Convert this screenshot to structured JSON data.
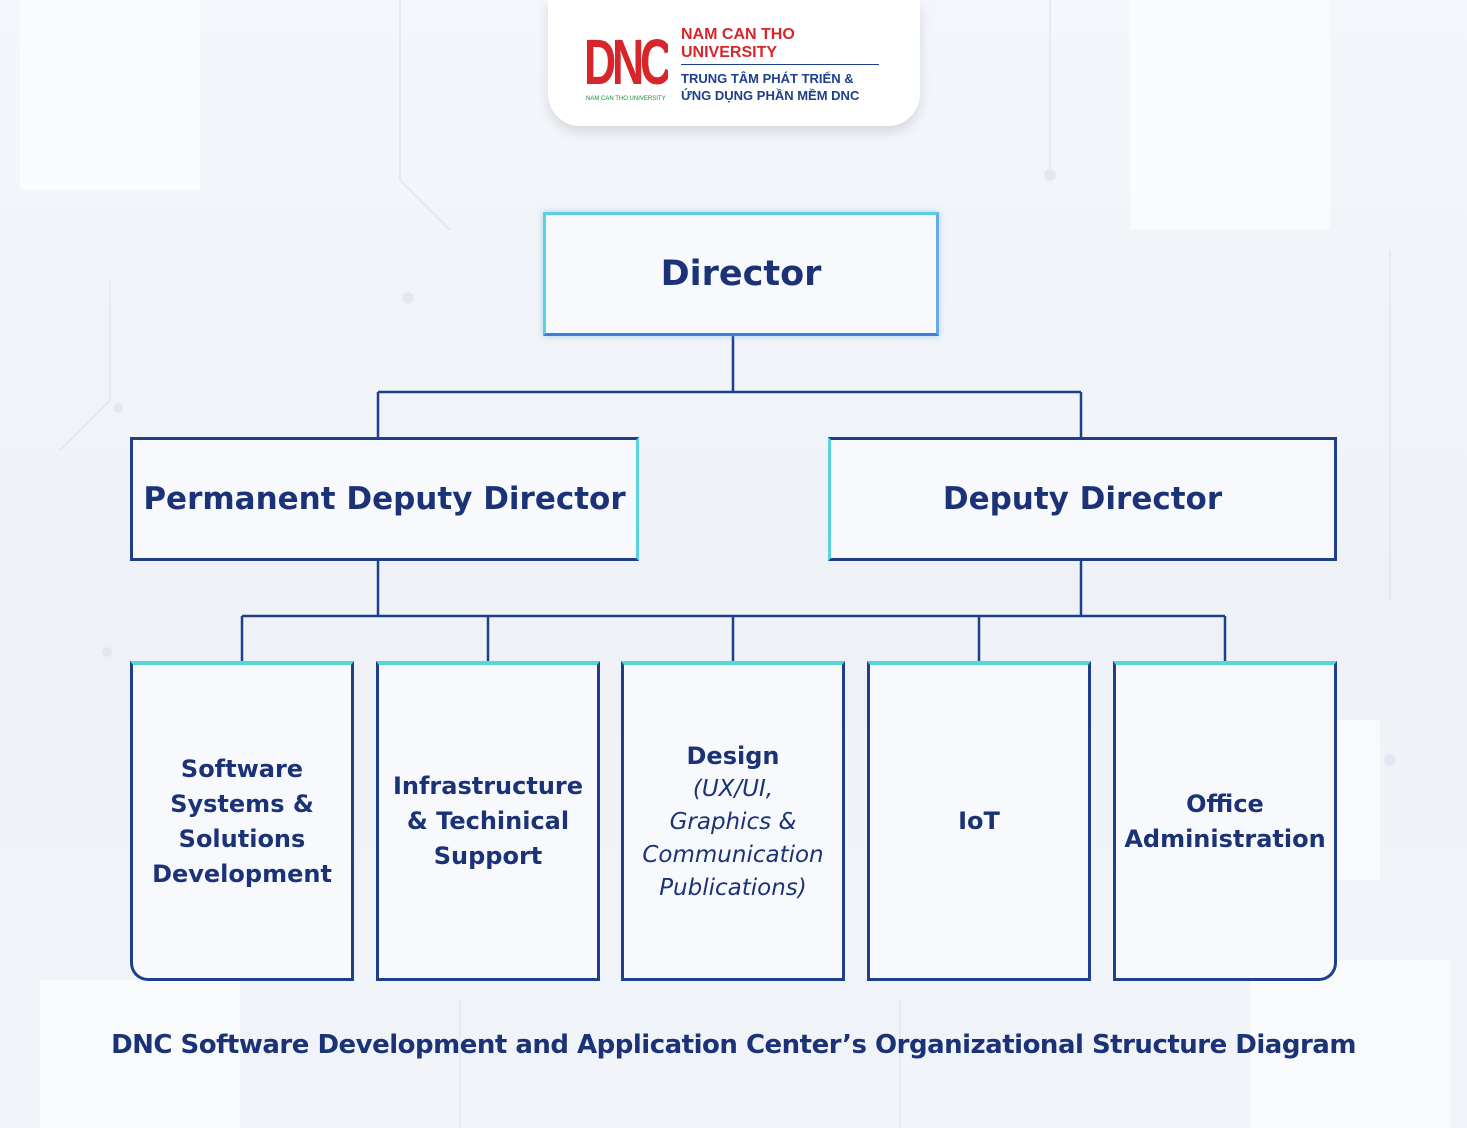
{
  "header": {
    "logo_letters": "DNC",
    "logo_subtext": "NAM CAN THO UNIVERSITY",
    "university_line1": "NAM CAN THO",
    "university_line2": "UNIVERSITY",
    "center_line1": "TRUNG TÂM PHÁT TRIỂN &",
    "center_line2": "ỨNG DỤNG PHẦN MỀM DNC"
  },
  "org": {
    "director": "Director",
    "permanent_deputy": "Permanent Deputy Director",
    "deputy": "Deputy Director",
    "departments": [
      {
        "lines": [
          "Software",
          "Systems &",
          "Solutions",
          "Development"
        ]
      },
      {
        "lines": [
          "Infrastructure",
          "& Techinical",
          "Support"
        ]
      },
      {
        "title": "Design",
        "sub": [
          "(UX/UI,",
          "Graphics &",
          "Communication",
          "Publications)"
        ]
      },
      {
        "lines": [
          "IoT"
        ]
      },
      {
        "lines": [
          "Office",
          "Administration"
        ]
      }
    ]
  },
  "caption": "DNC Software Development and Application Center’s Organizational Structure Diagram",
  "colors": {
    "navy": "#1f3f8a",
    "text": "#1b3376",
    "cyan": "#56d6d6",
    "brand_red": "#d7262b"
  }
}
